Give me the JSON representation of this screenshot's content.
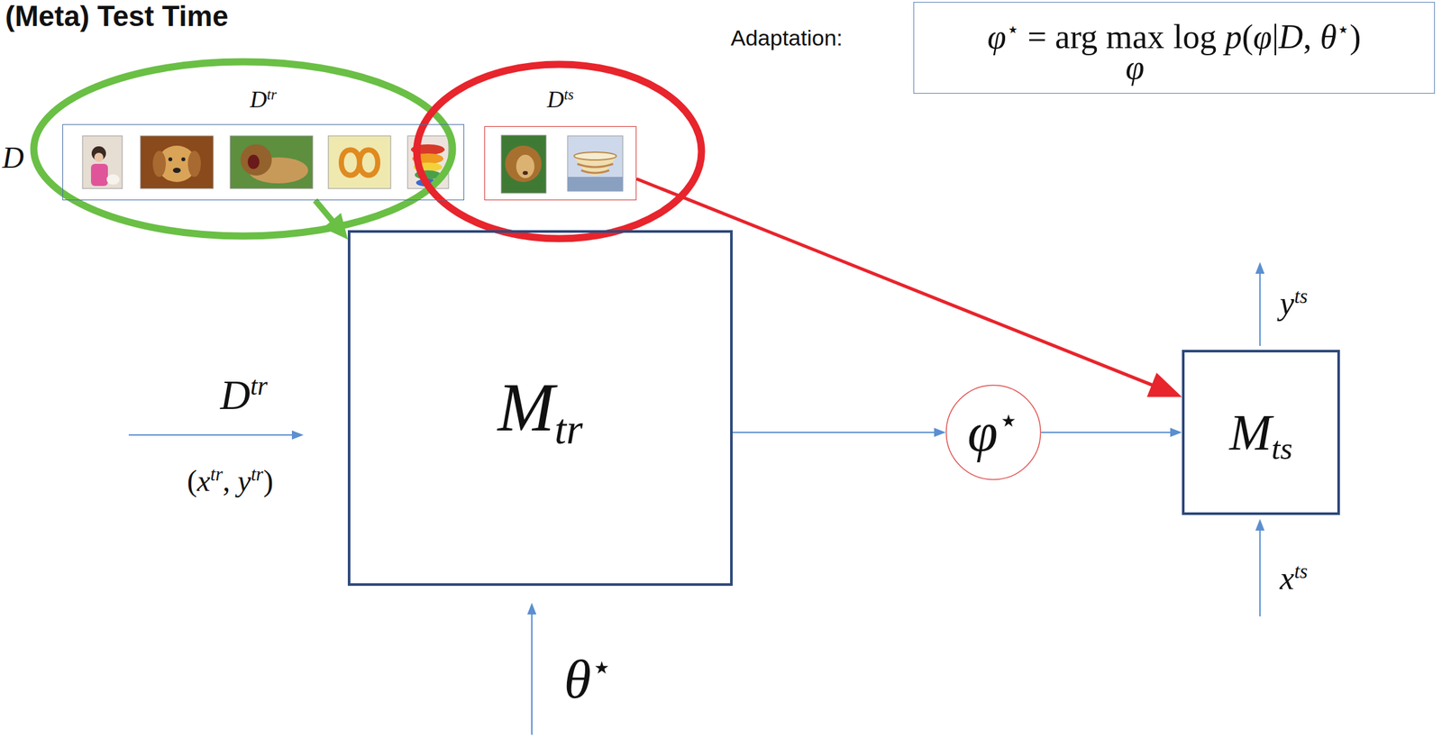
{
  "diagram": {
    "title": "(Meta) Test Time",
    "nodes": [
      {
        "text": [
          "Dtr"
        ]
      },
      {
        "text": [
          "Dts"
        ]
      },
      {
        "text": [
          "φ⋆ = arg max",
          "φ",
          "log p(φ|D, θ⋆)"
        ]
      },
      {
        "text": [
          "Mtr"
        ]
      },
      {
        "text": [
          "φ⋆"
        ]
      },
      {
        "text": [
          "Mts"
        ]
      }
    ],
    "edges": [
      {
        "from": 0,
        "to": 3,
        "arrow": "to"
      },
      {
        "from": 1,
        "to": 5,
        "arrow": "to"
      },
      {
        "from": 3,
        "to": 4,
        "arrow": "to"
      },
      {
        "from": 4,
        "to": 5,
        "arrow": "to"
      }
    ],
    "labels": [
      "Adaptation:",
      "D",
      "Dtr",
      "(xtr, ytr)",
      "θ⋆",
      "yts",
      "xts"
    ]
  }
}
